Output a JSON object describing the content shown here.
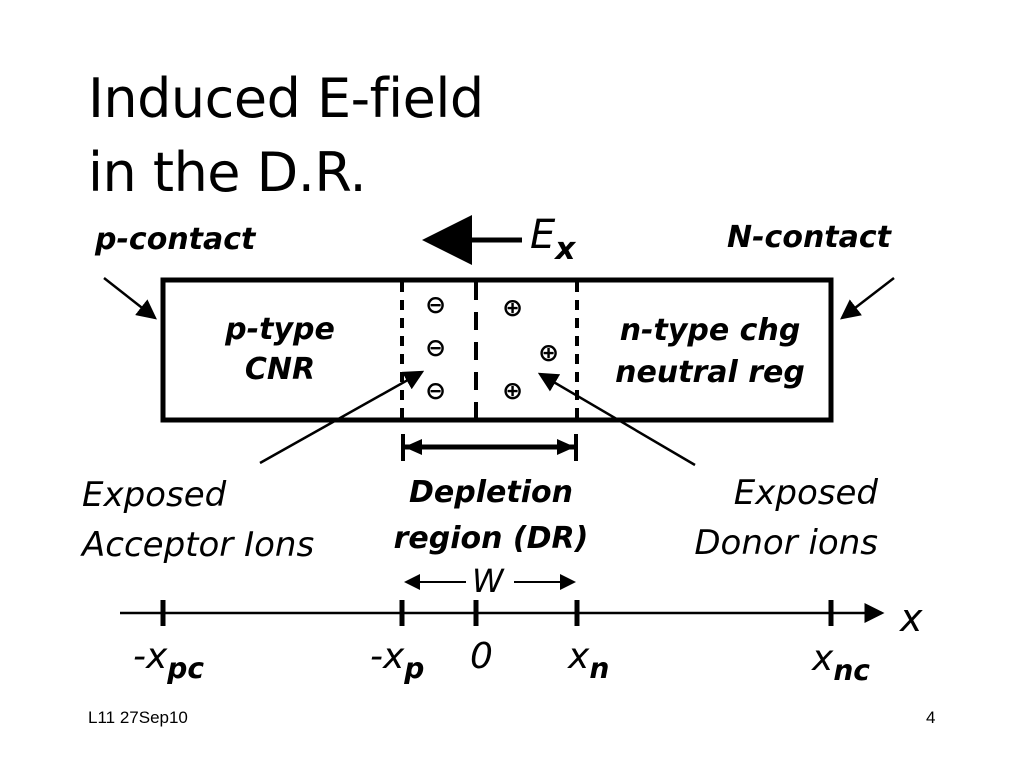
{
  "slide": {
    "title_line1": "Induced E-field",
    "title_line2": "in the D.R."
  },
  "labels": {
    "p_contact": "p-contact",
    "n_contact": "N-contact",
    "field_symbol": "E",
    "field_subscript": "x",
    "p_region_line1": "p-type",
    "p_region_line2": "CNR",
    "n_region_line1": "n-type chg",
    "n_region_line2": "neutral reg",
    "acceptor_line1": "Exposed",
    "acceptor_line2": "Acceptor Ions",
    "donor_line1": "Exposed",
    "donor_line2": "Donor ions",
    "depletion_line1": "Depletion",
    "depletion_line2": "region (DR)",
    "width_symbol": "W"
  },
  "ions": {
    "negative_symbol": "⊖",
    "positive_symbol": "⊕",
    "negative_count": 3,
    "positive_count": 3
  },
  "axis": {
    "variable": "x",
    "ticks": [
      {
        "prefix": "-x",
        "sub": "pc"
      },
      {
        "prefix": "-x",
        "sub": "p"
      },
      {
        "prefix": "0",
        "sub": ""
      },
      {
        "prefix": "x",
        "sub": "n"
      },
      {
        "prefix": "x",
        "sub": "nc"
      }
    ]
  },
  "footer": {
    "left": "L11 27Sep10",
    "right": "4"
  }
}
